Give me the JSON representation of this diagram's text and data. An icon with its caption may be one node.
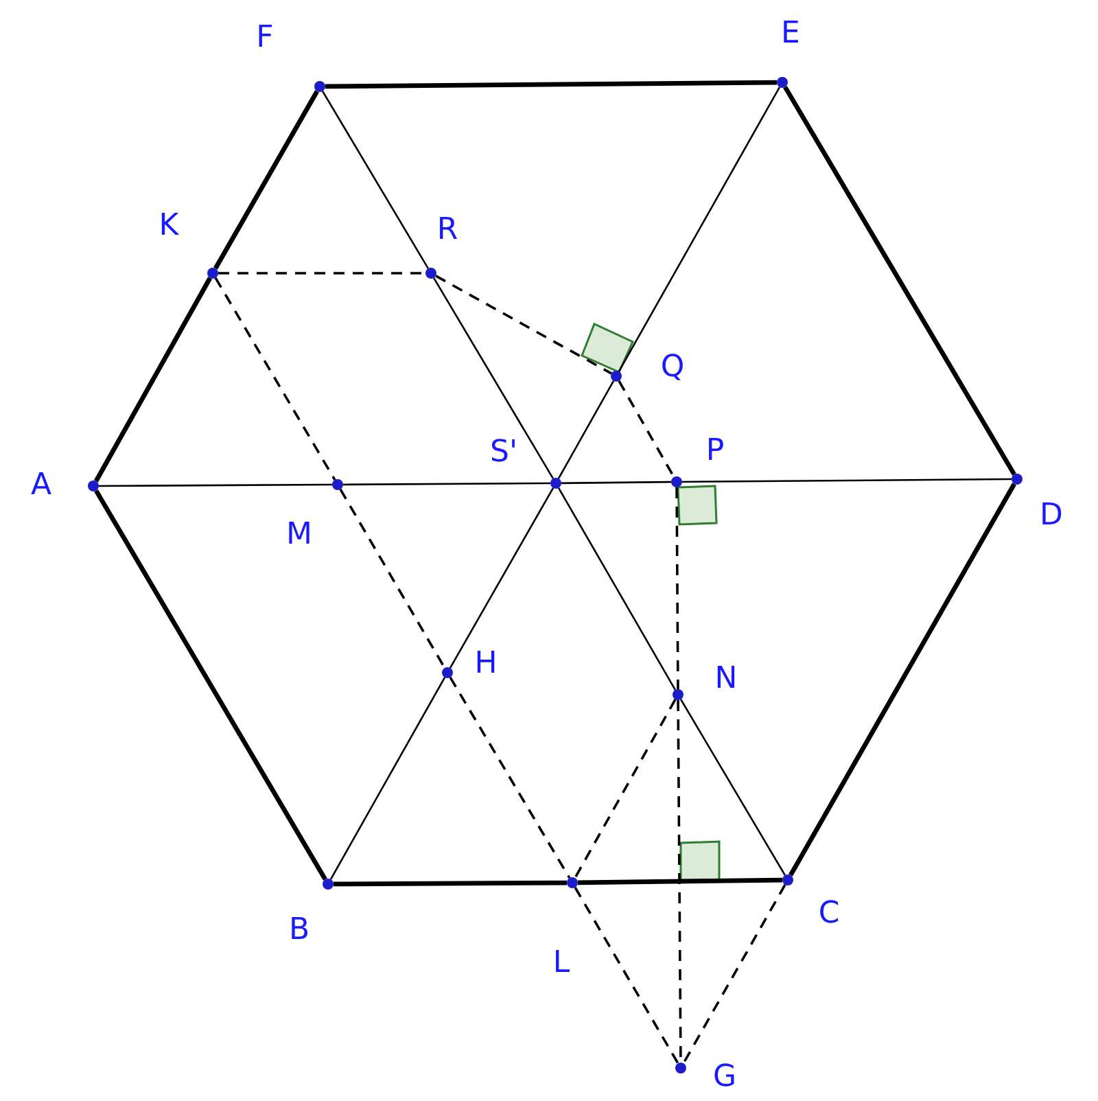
{
  "diagram": {
    "nodes": [
      {
        "text": [
          "F"
        ]
      },
      {
        "text": [
          "E"
        ]
      },
      {
        "text": [
          "K"
        ]
      },
      {
        "text": [
          "R"
        ]
      },
      {
        "text": [
          "Q"
        ]
      },
      {
        "text": [
          "S'"
        ]
      },
      {
        "text": [
          "P"
        ]
      },
      {
        "text": [
          "A"
        ]
      },
      {
        "text": [
          "D"
        ]
      },
      {
        "text": [
          "M"
        ]
      },
      {
        "text": [
          "H"
        ]
      },
      {
        "text": [
          "N"
        ]
      },
      {
        "text": [
          "B"
        ]
      },
      {
        "text": [
          "C"
        ]
      },
      {
        "text": [
          "L"
        ]
      },
      {
        "text": [
          "G"
        ]
      }
    ],
    "edges": [
      {
        "from": 7,
        "to": 2,
        "arrow": "none",
        "style": "thick"
      },
      {
        "from": 2,
        "to": 0,
        "arrow": "none",
        "style": "thick"
      },
      {
        "from": 0,
        "to": 1,
        "arrow": "none",
        "style": "thick"
      },
      {
        "from": 1,
        "to": 8,
        "arrow": "none",
        "style": "thick"
      },
      {
        "from": 8,
        "to": 13,
        "arrow": "none",
        "style": "thick"
      },
      {
        "from": 13,
        "to": 14,
        "arrow": "none",
        "style": "thick"
      },
      {
        "from": 14,
        "to": 12,
        "arrow": "none",
        "style": "thick"
      },
      {
        "from": 12,
        "to": 7,
        "arrow": "none",
        "style": "thick"
      },
      {
        "from": 7,
        "to": 9,
        "arrow": "none"
      },
      {
        "from": 9,
        "to": 5,
        "arrow": "none"
      },
      {
        "from": 5,
        "to": 6,
        "arrow": "none"
      },
      {
        "from": 6,
        "to": 8,
        "arrow": "none"
      },
      {
        "from": 0,
        "to": 3,
        "arrow": "none"
      },
      {
        "from": 3,
        "to": 5,
        "arrow": "none"
      },
      {
        "from": 5,
        "to": 11,
        "arrow": "none"
      },
      {
        "from": 11,
        "to": 13,
        "arrow": "none"
      },
      {
        "from": 1,
        "to": 4,
        "arrow": "none"
      },
      {
        "from": 4,
        "to": 5,
        "arrow": "none"
      },
      {
        "from": 5,
        "to": 10,
        "arrow": "none"
      },
      {
        "from": 10,
        "to": 12,
        "arrow": "none"
      },
      {
        "from": 2,
        "to": 3,
        "arrow": "none",
        "style": "dashed"
      },
      {
        "from": 3,
        "to": 4,
        "arrow": "none",
        "style": "dashed"
      },
      {
        "from": 4,
        "to": 6,
        "arrow": "none",
        "style": "dashed"
      },
      {
        "from": 6,
        "to": 11,
        "arrow": "none",
        "style": "dashed"
      },
      {
        "from": 11,
        "to": 15,
        "arrow": "none",
        "style": "dashed"
      },
      {
        "from": 2,
        "to": 9,
        "arrow": "none",
        "style": "dashed"
      },
      {
        "from": 9,
        "to": 10,
        "arrow": "none",
        "style": "dashed"
      },
      {
        "from": 10,
        "to": 14,
        "arrow": "none",
        "style": "dashed"
      },
      {
        "from": 14,
        "to": 15,
        "arrow": "none",
        "style": "dashed"
      },
      {
        "from": 11,
        "to": 14,
        "arrow": "none",
        "style": "dashed"
      },
      {
        "from": 13,
        "to": 15,
        "arrow": "none",
        "style": "dashed"
      }
    ]
  }
}
